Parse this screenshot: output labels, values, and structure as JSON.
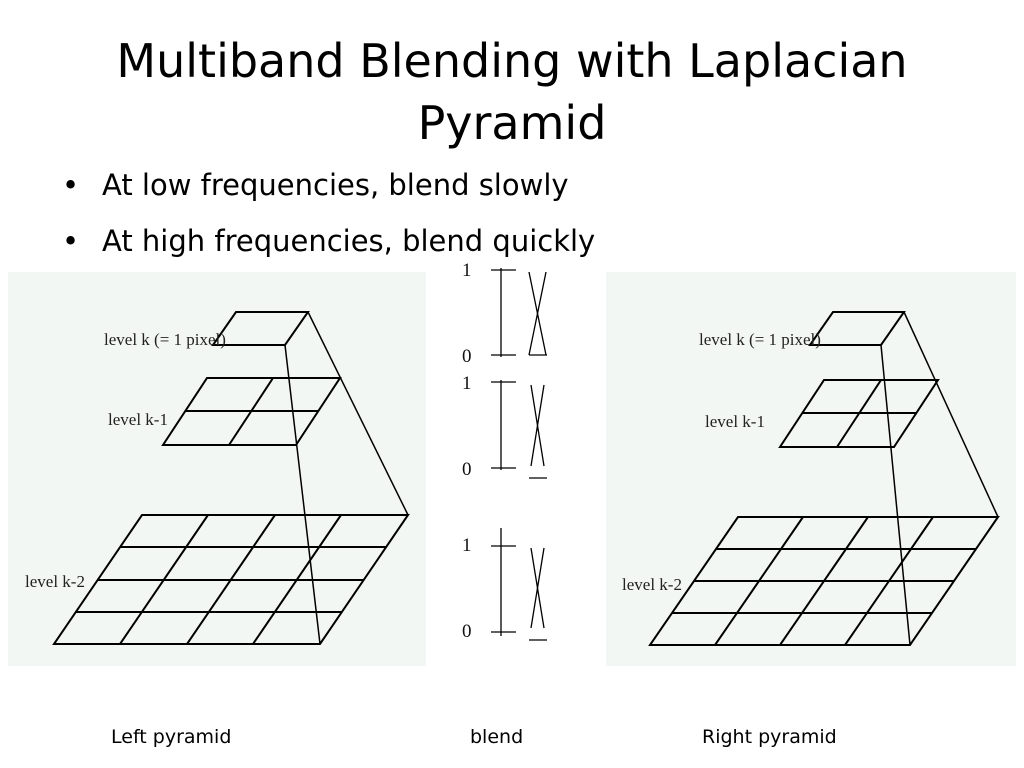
{
  "slide": {
    "title_lines": [
      "Multiband Blending with Laplacian",
      "Pyramid"
    ],
    "bullets": [
      "At low frequencies, blend slowly",
      "At high frequencies, blend quickly"
    ],
    "bullet_glyph": "•"
  },
  "left_pyramid": {
    "levels": [
      "level k (= 1 pixel)",
      "level k-1",
      "level k-2"
    ],
    "caption": "Left pyramid"
  },
  "right_pyramid": {
    "levels": [
      "level k (= 1 pixel)",
      "level k-1",
      "level k-2"
    ],
    "caption": "Right pyramid"
  },
  "blend": {
    "caption": "blend",
    "graphs": [
      {
        "top_label": "1",
        "bottom_label": "0"
      },
      {
        "top_label": "1",
        "bottom_label": "0"
      },
      {
        "top_label": "1",
        "bottom_label": "0"
      }
    ]
  },
  "colors": {
    "panel_background": "#f3f7f3",
    "line": "#000000"
  }
}
